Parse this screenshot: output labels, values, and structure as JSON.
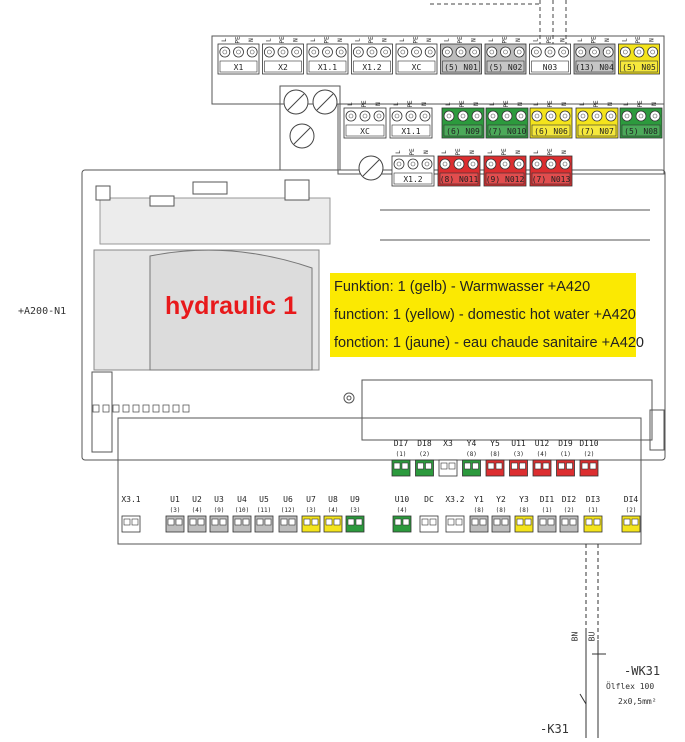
{
  "title": "hydraulic 1",
  "note": {
    "de": "Funktion: 1 (gelb) - Warmwasser +A420",
    "en": "function: 1 (yellow) - domestic hot water +A420",
    "fr": "fonction: 1 (jaune) - eau chaude sanitaire +A420"
  },
  "board_label": "+A200-N1",
  "colors": {
    "gray": "#bdbdbd",
    "green": "#2c9a3d",
    "yellow": "#f4e41c",
    "red": "#dc2e30",
    "white": "#ffffff",
    "highlight": "#fbe902",
    "title": "#e8191b"
  },
  "top_terminals": [
    {
      "label": "X1",
      "color": "white"
    },
    {
      "label": "X2",
      "color": "white"
    },
    {
      "label": "X1.1",
      "color": "white"
    },
    {
      "label": "X1.2",
      "color": "white"
    },
    {
      "label": "XC",
      "color": "white"
    },
    {
      "label": "(5) N01",
      "color": "gray"
    },
    {
      "label": "(5) N02",
      "color": "gray"
    },
    {
      "label": "N03",
      "color": "white"
    },
    {
      "label": "(13) N04",
      "color": "gray"
    },
    {
      "label": "(5) N05",
      "color": "yellow"
    }
  ],
  "second_row": [
    {
      "label": "XC",
      "color": "white"
    },
    {
      "label": "X1.1",
      "color": "white"
    },
    {
      "label": "(6) N09",
      "color": "green"
    },
    {
      "label": "(7) N010",
      "color": "green"
    },
    {
      "label": "(6) N06",
      "color": "yellow"
    },
    {
      "label": "(7) N07",
      "color": "yellow"
    },
    {
      "label": "(5) N08",
      "color": "green"
    }
  ],
  "third_row": [
    {
      "label": "X1.2",
      "color": "white"
    },
    {
      "label": "(8) N011",
      "color": "red"
    },
    {
      "label": "(9) N012",
      "color": "red"
    },
    {
      "label": "(7) N013",
      "color": "red"
    }
  ],
  "pin_labels": [
    "L",
    "PE",
    "N"
  ],
  "mid_inputs": [
    {
      "label": "DI7",
      "num": "(1)",
      "color": "green"
    },
    {
      "label": "DI8",
      "num": "(2)",
      "color": "green"
    },
    {
      "label": "X3",
      "num": "",
      "color": "white"
    },
    {
      "label": "Y4",
      "num": "(8)",
      "color": "green"
    },
    {
      "label": "Y5",
      "num": "(8)",
      "color": "red"
    },
    {
      "label": "U11",
      "num": "(3)",
      "color": "red"
    },
    {
      "label": "U12",
      "num": "(4)",
      "color": "red"
    },
    {
      "label": "DI9",
      "num": "(1)",
      "color": "red"
    },
    {
      "label": "DI10",
      "num": "(2)",
      "color": "red"
    }
  ],
  "bottom_inputs": [
    {
      "label": "X3.1",
      "num": "",
      "color": "white"
    },
    {
      "label": "U1",
      "num": "(3)",
      "color": "gray"
    },
    {
      "label": "U2",
      "num": "(4)",
      "color": "gray"
    },
    {
      "label": "U3",
      "num": "(9)",
      "color": "gray"
    },
    {
      "label": "U4",
      "num": "(10)",
      "color": "gray"
    },
    {
      "label": "U5",
      "num": "(11)",
      "color": "gray"
    },
    {
      "label": "U6",
      "num": "(12)",
      "color": "gray"
    },
    {
      "label": "U7",
      "num": "(3)",
      "color": "yellow"
    },
    {
      "label": "U8",
      "num": "(4)",
      "color": "yellow"
    },
    {
      "label": "U9",
      "num": "(3)",
      "color": "green"
    },
    {
      "label": "U10",
      "num": "(4)",
      "color": "green"
    },
    {
      "label": "DC",
      "num": "",
      "color": "white"
    },
    {
      "label": "X3.2",
      "num": "",
      "color": "white"
    },
    {
      "label": "Y1",
      "num": "(8)",
      "color": "gray"
    },
    {
      "label": "Y2",
      "num": "(8)",
      "color": "gray"
    },
    {
      "label": "Y3",
      "num": "(8)",
      "color": "yellow"
    },
    {
      "label": "DI1",
      "num": "(1)",
      "color": "gray"
    },
    {
      "label": "DI2",
      "num": "(2)",
      "color": "gray"
    },
    {
      "label": "DI3",
      "num": "(1)",
      "color": "yellow"
    },
    {
      "label": "DI4",
      "num": "(2)",
      "color": "yellow"
    }
  ],
  "wiring": {
    "bn": "BN",
    "bu": "BU",
    "cable_id": "-WK31",
    "cable_type": "Ölflex 100",
    "cable_size": "2x0,5mm²",
    "relay": "-K31"
  }
}
